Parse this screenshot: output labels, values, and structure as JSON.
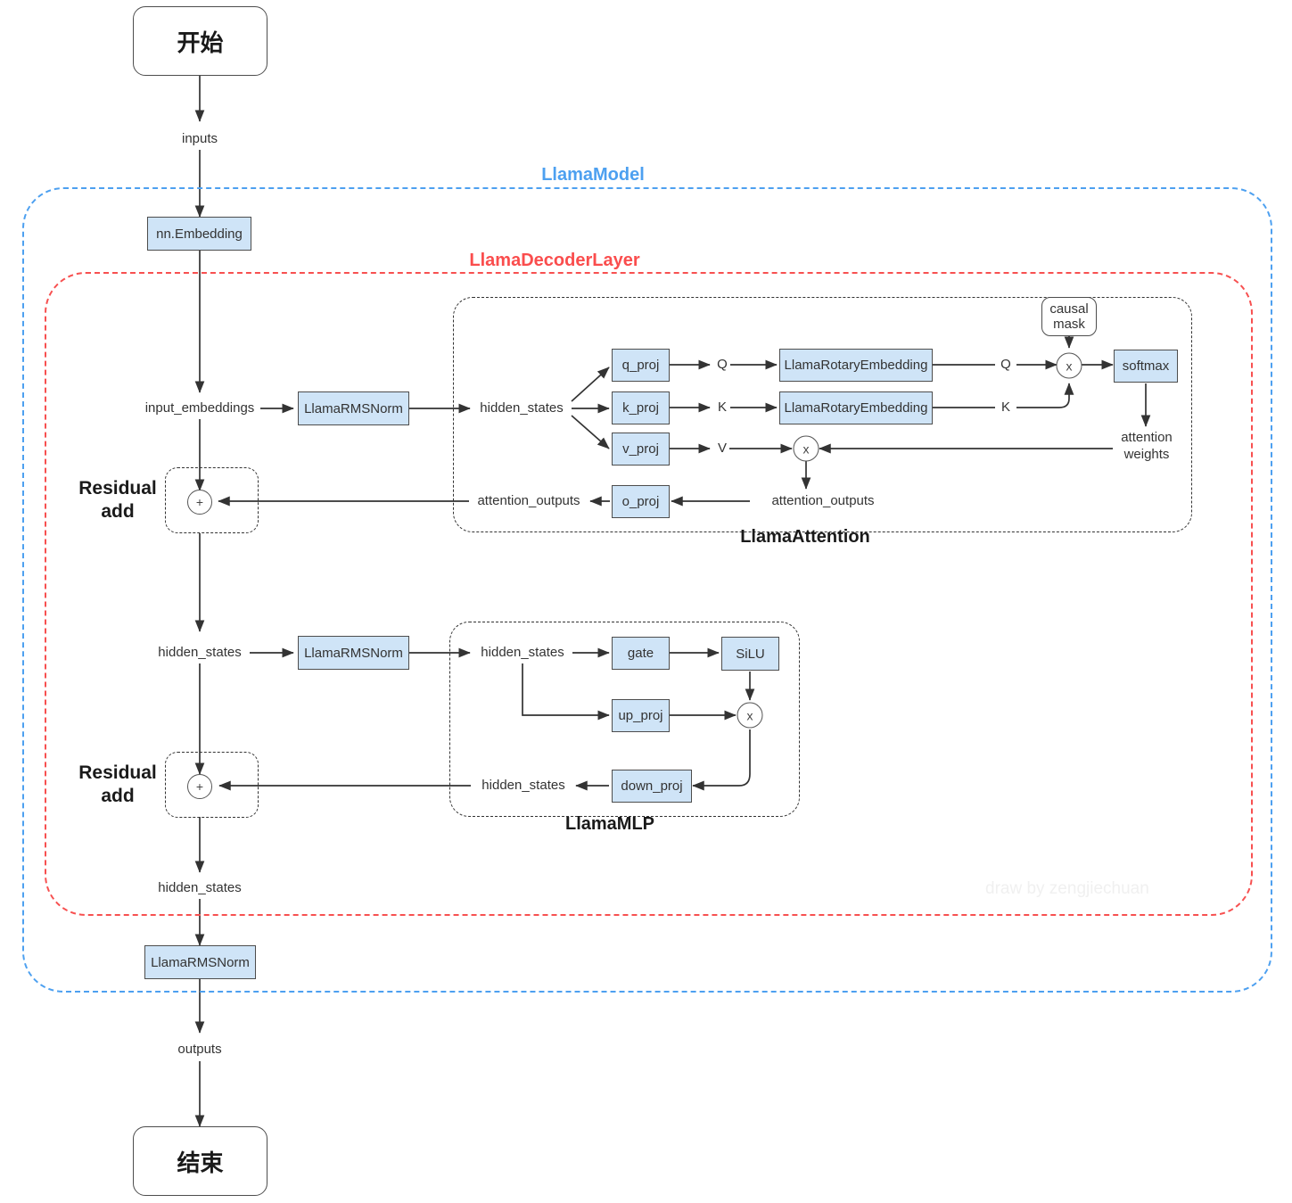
{
  "diagram": {
    "title": "LLaMA model forward pass flowchart",
    "watermark": "draw by zengjiechuan",
    "colors": {
      "node_fill": "#cfe4f7",
      "node_stroke": "#4d4d4d",
      "model_group": "#4da0f0",
      "decoder_group": "#f75050",
      "text": "#333333",
      "edge": "#333333"
    }
  },
  "terminals": {
    "start": "开始",
    "end": "结束"
  },
  "groups": {
    "model": "LlamaModel",
    "decoder": "LlamaDecoderLayer",
    "attention_caption": "LlamaAttention",
    "mlp_caption": "LlamaMLP"
  },
  "residual": {
    "line1": "Residual",
    "line2": "add",
    "op": "+"
  },
  "nodes": {
    "embedding": "nn.Embedding",
    "rmsnorm_attn": "LlamaRMSNorm",
    "rmsnorm_mlp": "LlamaRMSNorm",
    "rmsnorm_final": "LlamaRMSNorm",
    "q_proj": "q_proj",
    "k_proj": "k_proj",
    "v_proj": "v_proj",
    "o_proj": "o_proj",
    "rotary_q": "LlamaRotaryEmbedding",
    "rotary_k": "LlamaRotaryEmbedding",
    "softmax": "softmax",
    "causal_mask_l1": "causal",
    "causal_mask_l2": "mask",
    "gate": "gate",
    "silu": "SiLU",
    "up_proj": "up_proj",
    "down_proj": "down_proj"
  },
  "edge_labels": {
    "inputs": "inputs",
    "input_embeddings": "input_embeddings",
    "hidden_states_attn_in": "hidden_states",
    "hidden_states_mlp_pre": "hidden_states",
    "hidden_states_mlp_in": "hidden_states",
    "hidden_states_mlp_out": "hidden_states",
    "hidden_states_final": "hidden_states",
    "q_label": "Q",
    "k_label": "K",
    "v_label": "V",
    "q_rot_label": "Q",
    "k_rot_label": "K",
    "attention_weights_l1": "attention",
    "attention_weights_l2": "weights",
    "attention_outputs_inner": "attention_outputs",
    "attention_outputs_outer": "attention_outputs",
    "outputs": "outputs"
  },
  "ops": {
    "matmul_qk": "x",
    "matmul_av": "x",
    "mul_mlp": "x"
  }
}
